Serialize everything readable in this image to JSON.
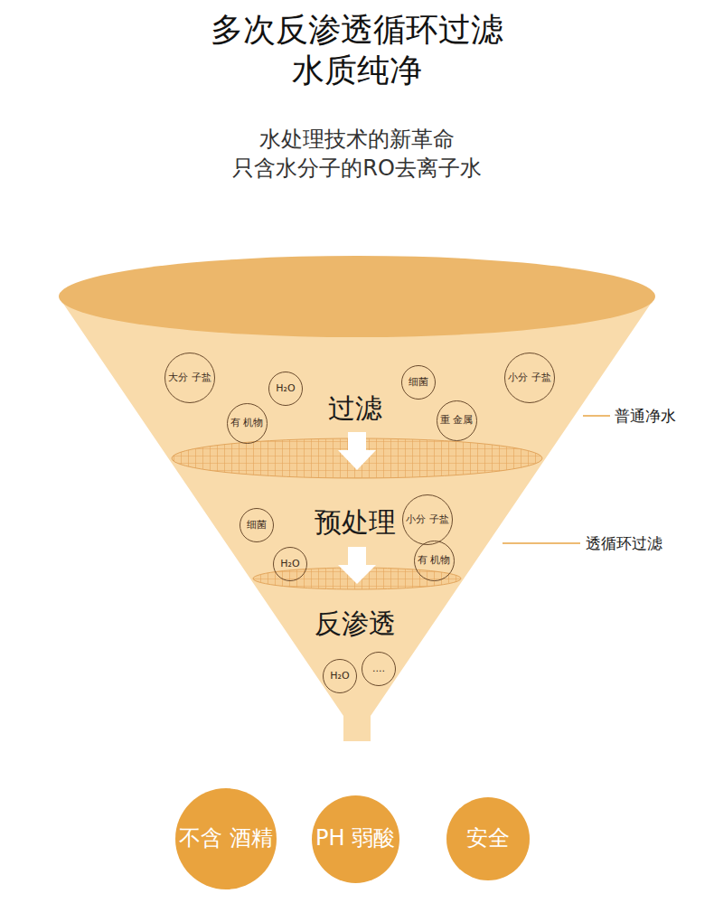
{
  "diagram": {
    "title": "多次反渗透循环过滤 水质纯净",
    "caption": "水处理技术的新革命 只含水分子的RO去离子水",
    "nodes": [
      {
        "text": [
          "大分 子盐"
        ]
      },
      {
        "text": [
          "H₂O"
        ]
      },
      {
        "text": [
          "细菌"
        ]
      },
      {
        "text": [
          "小分 子盐"
        ]
      },
      {
        "text": [
          "有 机物"
        ]
      },
      {
        "text": [
          "重 金属"
        ]
      },
      {
        "text": [
          "细菌"
        ]
      },
      {
        "text": [
          "小分 子盐"
        ]
      },
      {
        "text": [
          "H₂O"
        ]
      },
      {
        "text": [
          "有 机物"
        ]
      },
      {
        "text": [
          "H₂O"
        ]
      },
      {
        "text": [
          "...."
        ]
      },
      {
        "text": [
          "不含 酒精"
        ]
      },
      {
        "text": [
          "PH 弱酸"
        ]
      },
      {
        "text": [
          "安全"
        ]
      }
    ],
    "labels": [
      "过滤",
      "预处理",
      "反渗透",
      "普通净水",
      "透循环过滤"
    ]
  }
}
